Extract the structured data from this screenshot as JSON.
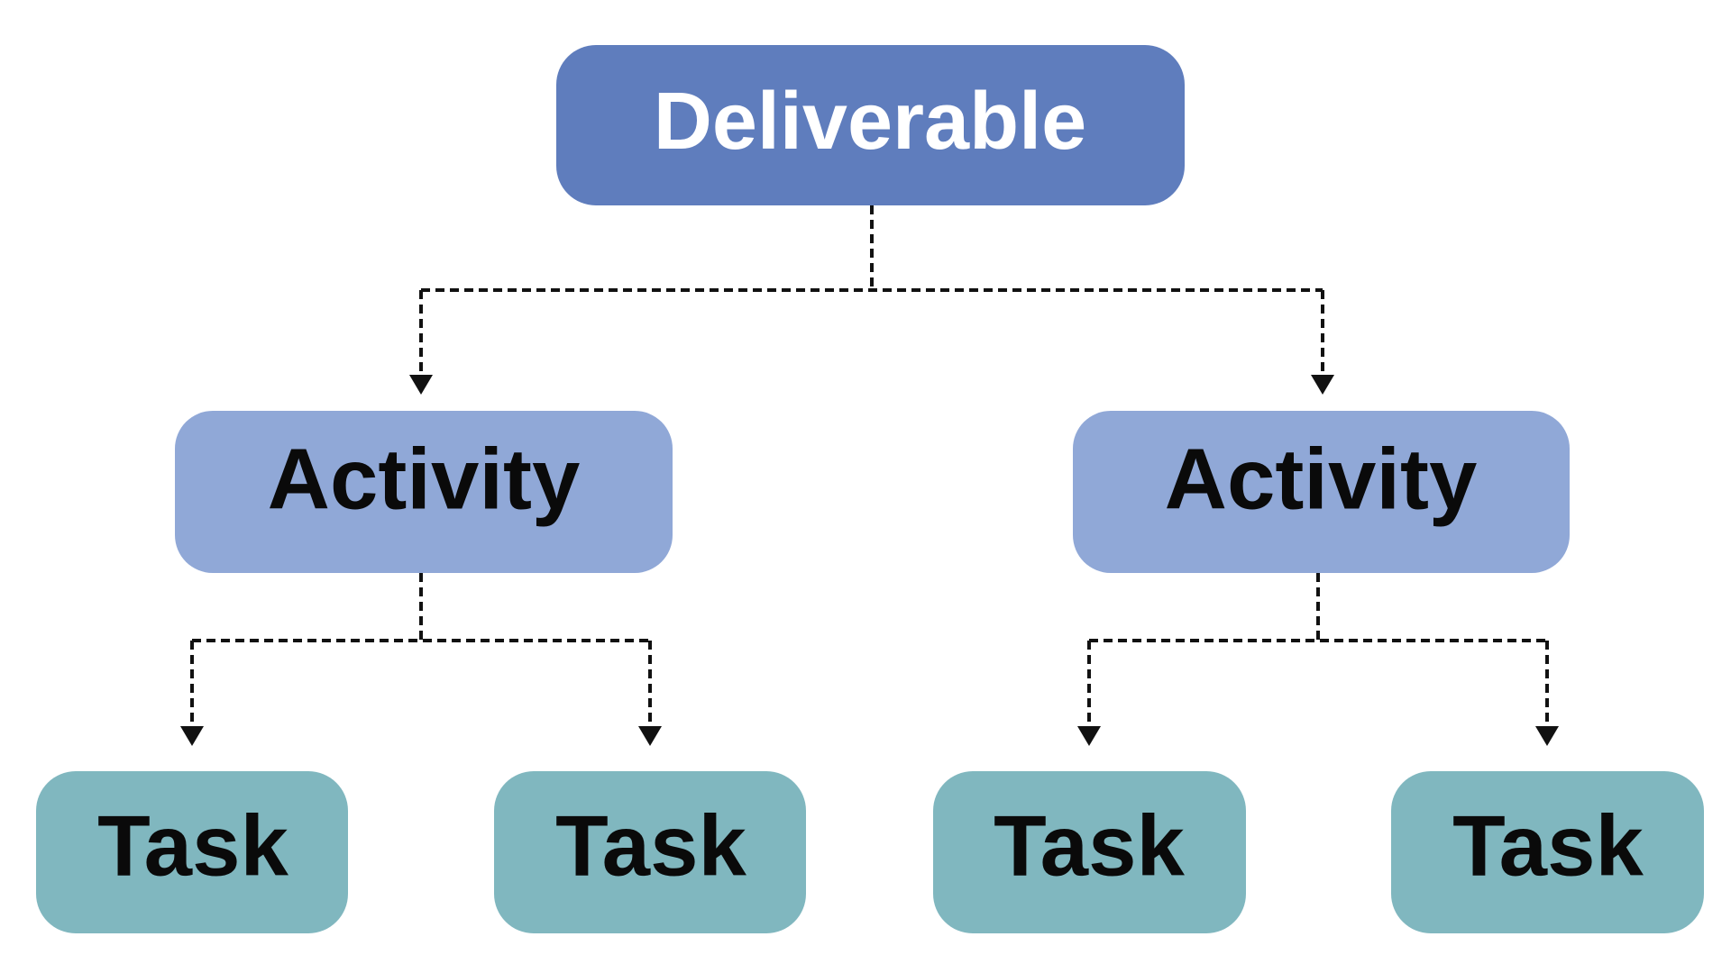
{
  "diagram": {
    "root": {
      "label": "Deliverable",
      "fill": "#5f7dbd",
      "text_color": "#ffffff"
    },
    "activities": [
      {
        "label": "Activity",
        "fill": "#90a8d7",
        "text_color": "#0a0a0a",
        "tasks": [
          {
            "label": "Task",
            "fill": "#80b7bf",
            "text_color": "#0a0a0a"
          },
          {
            "label": "Task",
            "fill": "#80b7bf",
            "text_color": "#0a0a0a"
          }
        ]
      },
      {
        "label": "Activity",
        "fill": "#90a8d7",
        "text_color": "#0a0a0a",
        "tasks": [
          {
            "label": "Task",
            "fill": "#80b7bf",
            "text_color": "#0a0a0a"
          },
          {
            "label": "Task",
            "fill": "#80b7bf",
            "text_color": "#0a0a0a"
          }
        ]
      }
    ],
    "connector_color": "#111111",
    "connector_style": "dashed"
  }
}
